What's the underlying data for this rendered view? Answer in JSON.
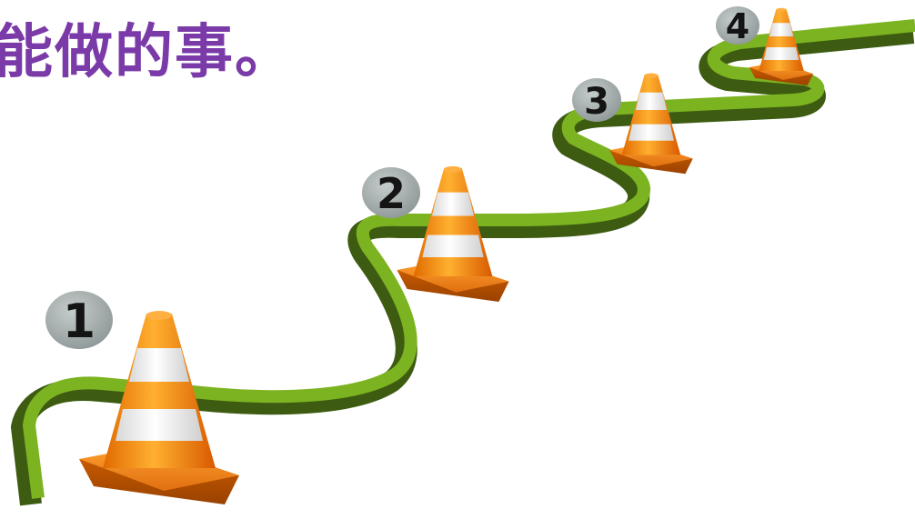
{
  "title": "能做的事。",
  "steps": [
    {
      "label": "1"
    },
    {
      "label": "2"
    },
    {
      "label": "3"
    },
    {
      "label": "4"
    }
  ],
  "colors": {
    "title": "#7a3aa8",
    "road_top": "#7cb320",
    "road_side": "#3d5c12",
    "cone_orange": "#f07a10",
    "cone_stripe": "#f2f2f2",
    "badge": "#9aa3a3"
  }
}
